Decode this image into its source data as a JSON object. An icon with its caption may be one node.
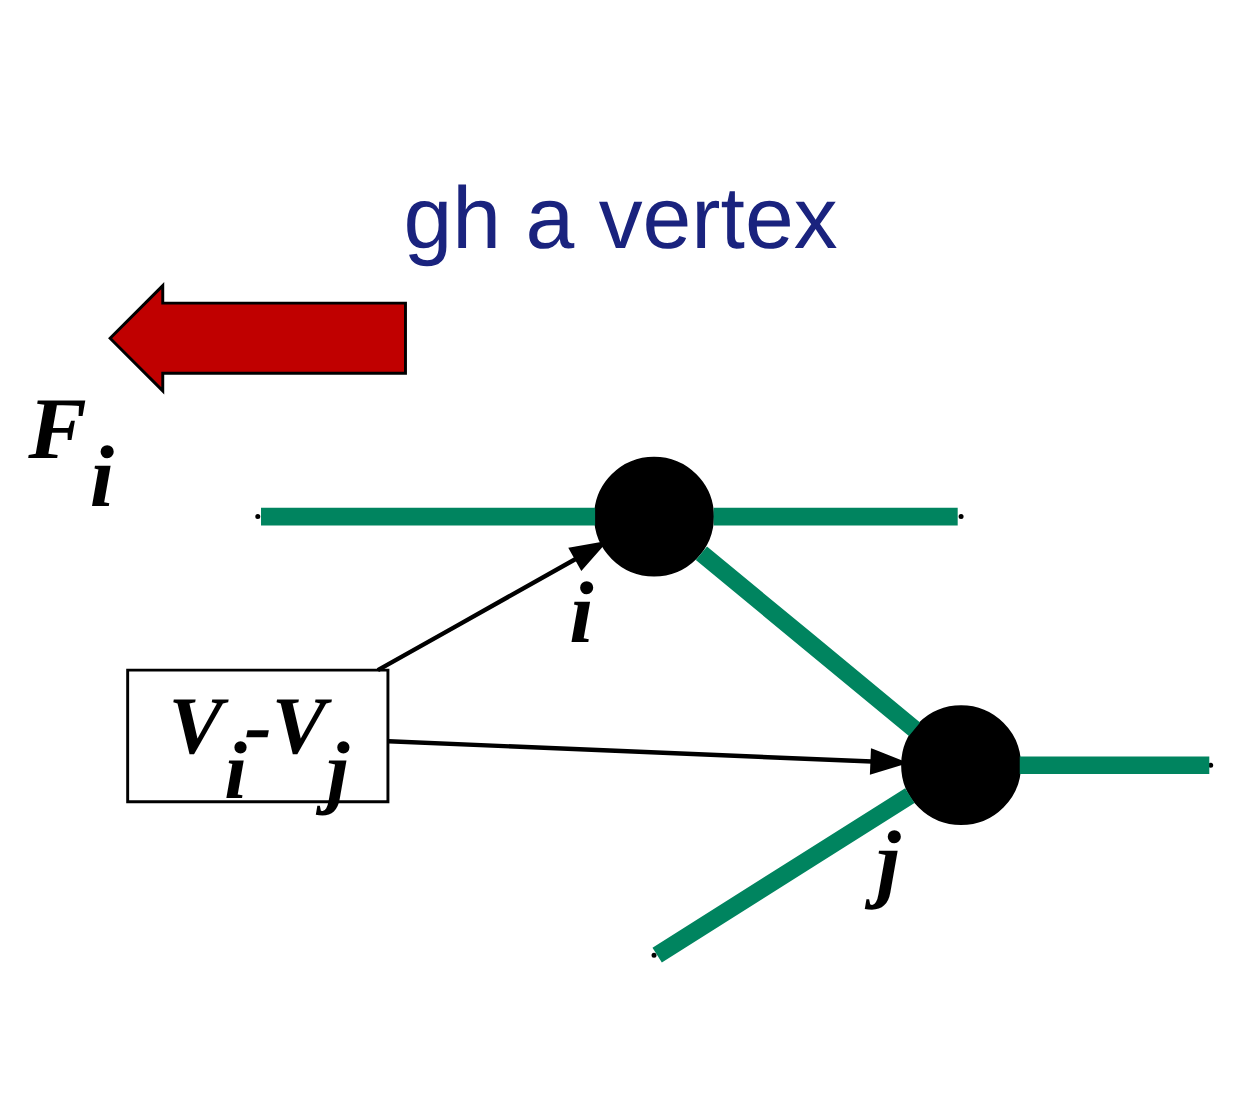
{
  "diagram": {
    "title": "gh a vertex",
    "nodes": [
      {
        "text": [],
        "shape": "circle",
        "beside": [
          "i"
        ]
      },
      {
        "text": [],
        "shape": "circle",
        "beside": [
          "j"
        ]
      },
      {
        "text": [
          "V$_{i}$-V$_{j}$"
        ]
      },
      {
        "text": [],
        "shape": "arrow",
        "beside": [
          "F$_{i}$"
        ]
      }
    ],
    "edges": [
      {
        "from": null,
        "to": 0,
        "arrow": "none"
      },
      {
        "from": 0,
        "to": null,
        "arrow": "none"
      },
      {
        "from": 0,
        "to": 1,
        "arrow": "none"
      },
      {
        "from": 1,
        "to": null,
        "arrow": "none"
      },
      {
        "from": null,
        "to": 1,
        "arrow": "none"
      },
      {
        "from": 2,
        "to": 0,
        "arrow": "to",
        "color": "#000000"
      },
      {
        "from": 2,
        "to": 1,
        "arrow": "to",
        "color": "#000000"
      }
    ]
  }
}
